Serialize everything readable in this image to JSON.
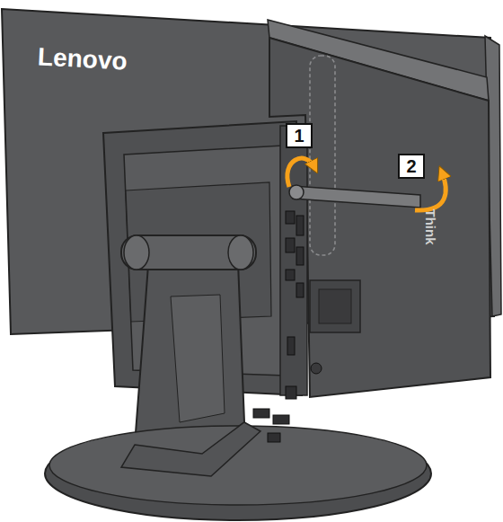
{
  "diagram": {
    "nodes": [
      {
        "text": [
          "1"
        ]
      },
      {
        "text": [
          "2"
        ]
      }
    ],
    "labels": [
      "Lenovo",
      "Think"
    ]
  }
}
